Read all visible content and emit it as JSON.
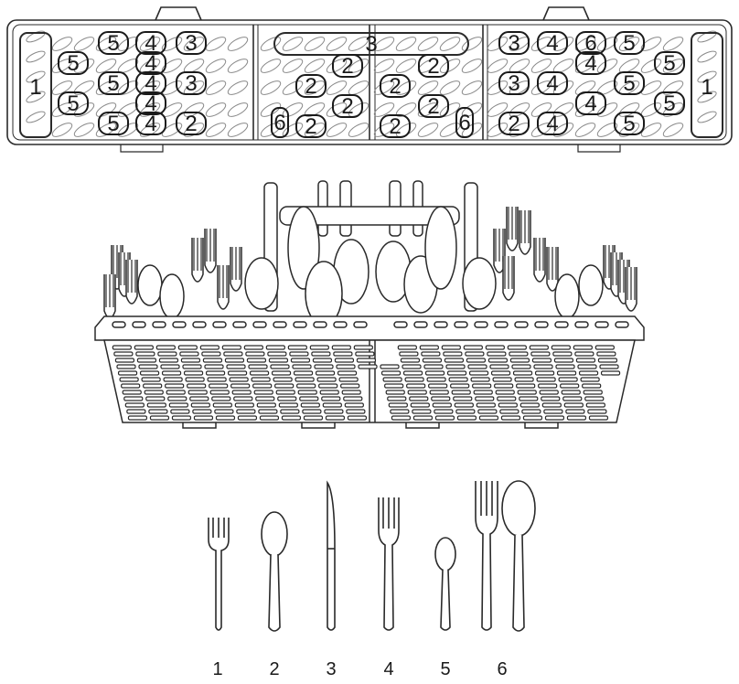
{
  "diagram": {
    "topview": {
      "left_end_label": "1",
      "right_end_label": "1",
      "center_long_label": "3",
      "left_block": [
        [
          "5",
          "",
          "4",
          "3"
        ],
        [
          "5",
          "4",
          "",
          ""
        ],
        [
          "5",
          "",
          "4",
          "3"
        ],
        [
          "5",
          "4",
          "",
          ""
        ],
        [
          "5",
          "",
          "4",
          "2"
        ]
      ],
      "middle_left": [
        "2",
        "2",
        "2",
        "2"
      ],
      "middle_left_bottom": [
        "6",
        "2"
      ],
      "middle_right": [
        "2",
        "2",
        "2",
        "2"
      ],
      "middle_right_bottom": [
        "2",
        "6"
      ],
      "right_block": [
        [
          "3",
          "4",
          "6",
          "5"
        ],
        [
          "4",
          "",
          "5"
        ],
        [
          "3",
          "4",
          "5",
          ""
        ],
        [
          "4",
          "",
          "5"
        ],
        [
          "2",
          "4",
          "5",
          ""
        ]
      ]
    },
    "legend": [
      "1",
      "2",
      "3",
      "4",
      "5",
      "6"
    ],
    "legend_icons": [
      "salad-fork",
      "dinner-spoon",
      "knife",
      "dinner-fork",
      "teaspoon",
      "serving-fork-and-spoon"
    ]
  }
}
